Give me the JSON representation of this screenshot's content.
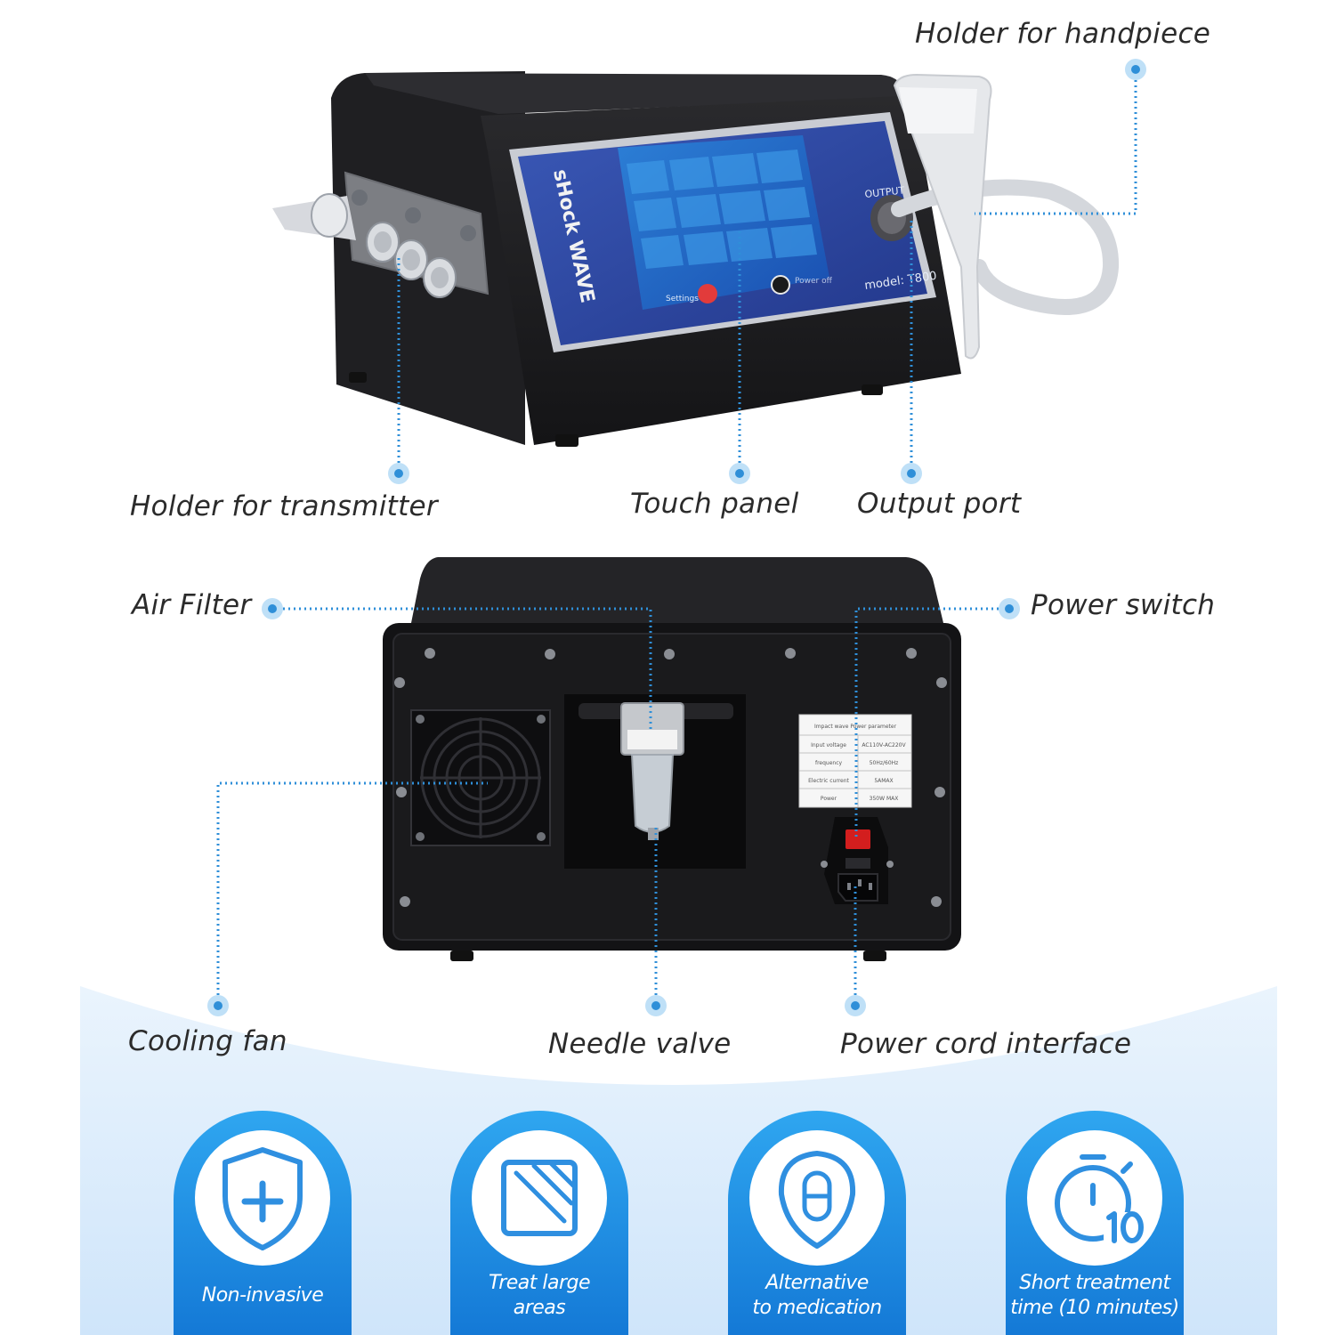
{
  "device": {
    "brand_text": "sHock WAVE",
    "output_text": "OUTPUT",
    "model_text": "model: T800",
    "screen_settings": "Settings",
    "screen_power": "Power off"
  },
  "labels": {
    "holder_handpiece": "Holder for handpiece",
    "holder_transmitter": "Holder for transmitter",
    "touch_panel": "Touch panel",
    "output_port": "Output port",
    "air_filter": "Air Filter",
    "power_switch": "Power switch",
    "cooling_fan": "Cooling fan",
    "needle_valve": "Needle valve",
    "power_cord": "Power cord interface"
  },
  "spec_table": {
    "title": "Impact wave Power parameter",
    "rows": [
      {
        "k": "Input voltage",
        "v": "AC110V-AC220V"
      },
      {
        "k": "frequency",
        "v": "50Hz/60Hz"
      },
      {
        "k": "Electric current",
        "v": "5AMAX"
      },
      {
        "k": "Power",
        "v": "350W MAX"
      }
    ]
  },
  "features": [
    {
      "line1": "Non-invasive",
      "line2": "",
      "icon": "shield-plus-icon"
    },
    {
      "line1": "Treat large",
      "line2": "areas",
      "icon": "area-icon"
    },
    {
      "line1": "Alternative",
      "line2": "to medication",
      "icon": "pill-icon"
    },
    {
      "line1": "Short treatment",
      "line2": "time (10 minutes)",
      "icon": "stopwatch-icon"
    }
  ],
  "colors": {
    "accent": "#1e8ee6",
    "panel_blue": "#2f4aa0",
    "device_black": "#1b1b1d",
    "background_gradient": "#d8ebfb"
  }
}
